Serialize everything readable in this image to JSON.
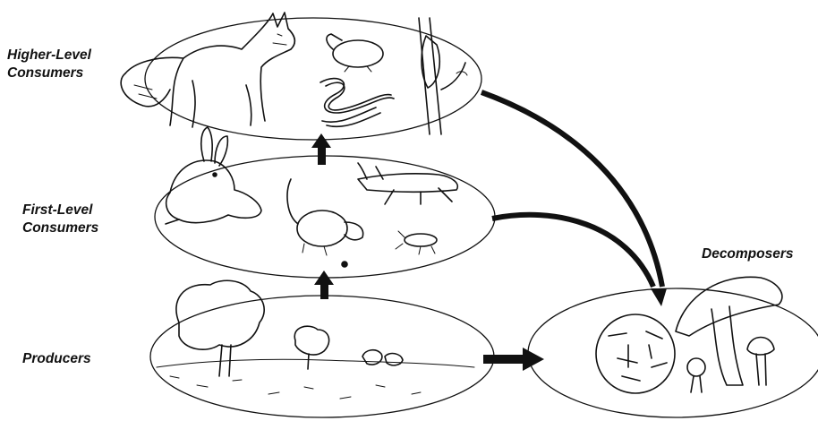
{
  "labels": {
    "higher_consumers": "Higher-Level\nConsumers",
    "first_consumers": "First-Level\nConsumers",
    "producers": "Producers",
    "decomposers": "Decomposers"
  },
  "icons": [
    "fox-icon",
    "mole-icon",
    "snake-icon",
    "woodpecker-icon",
    "rabbit-icon",
    "mouse-icon",
    "grasshopper-icon",
    "insect-icon",
    "tree-icon",
    "mushroom-icon",
    "microbe-icon"
  ],
  "colors": {
    "ink": "#111111",
    "background": "#ffffff"
  }
}
